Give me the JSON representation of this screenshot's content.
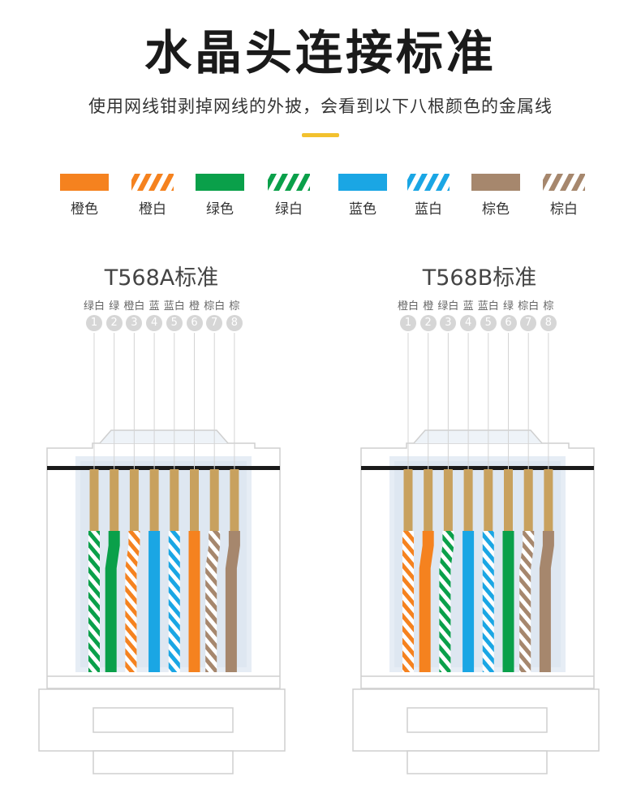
{
  "title": "水晶头连接标准",
  "subtitle": "使用网线钳剥掉网线的外披，会看到以下八根颜色的金属线",
  "colors": {
    "orange": "#f5821f",
    "green": "#0aa04a",
    "blue": "#1aa6e4",
    "brown": "#a6876d",
    "gold": "#c8a15e",
    "accent": "#f2c12e"
  },
  "legend": [
    {
      "label": "橙色",
      "color": "orange",
      "striped": false
    },
    {
      "label": "橙白",
      "color": "orange",
      "striped": true
    },
    {
      "label": "绿色",
      "color": "green",
      "striped": false
    },
    {
      "label": "绿白",
      "color": "green",
      "striped": true
    },
    {
      "label": "蓝色",
      "color": "blue",
      "striped": false
    },
    {
      "label": "蓝白",
      "color": "blue",
      "striped": true
    },
    {
      "label": "棕色",
      "color": "brown",
      "striped": false
    },
    {
      "label": "棕白",
      "color": "brown",
      "striped": true
    }
  ],
  "standards": [
    {
      "name": "T568A标准",
      "pin_labels": [
        "绿白",
        "绿",
        "橙白",
        "蓝",
        "蓝白",
        "橙",
        "棕白",
        "棕"
      ],
      "pin_numbers": [
        "1",
        "2",
        "3",
        "4",
        "5",
        "6",
        "7",
        "8"
      ],
      "wires": [
        {
          "color": "green",
          "striped": true
        },
        {
          "color": "green",
          "striped": false
        },
        {
          "color": "orange",
          "striped": true
        },
        {
          "color": "blue",
          "striped": false
        },
        {
          "color": "blue",
          "striped": true
        },
        {
          "color": "orange",
          "striped": false
        },
        {
          "color": "brown",
          "striped": true
        },
        {
          "color": "brown",
          "striped": false
        }
      ]
    },
    {
      "name": "T568B标准",
      "pin_labels": [
        "橙白",
        "橙",
        "绿白",
        "蓝",
        "蓝白",
        "绿",
        "棕白",
        "棕"
      ],
      "pin_numbers": [
        "1",
        "2",
        "3",
        "4",
        "5",
        "6",
        "7",
        "8"
      ],
      "wires": [
        {
          "color": "orange",
          "striped": true
        },
        {
          "color": "orange",
          "striped": false
        },
        {
          "color": "green",
          "striped": true
        },
        {
          "color": "blue",
          "striped": false
        },
        {
          "color": "blue",
          "striped": true
        },
        {
          "color": "green",
          "striped": false
        },
        {
          "color": "brown",
          "striped": true
        },
        {
          "color": "brown",
          "striped": false
        }
      ]
    }
  ]
}
